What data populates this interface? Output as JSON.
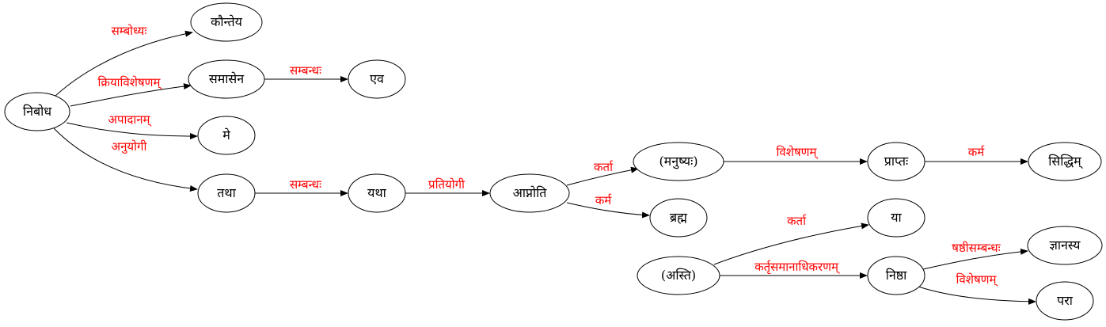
{
  "colors": {
    "edge_label": "#ff0000",
    "node_stroke": "#000000",
    "edge_stroke": "#000000"
  },
  "nodes": [
    {
      "id": "nibodha",
      "label": "निबोध"
    },
    {
      "id": "kaunteya",
      "label": "कौन्तेय"
    },
    {
      "id": "samasena",
      "label": "समासेन"
    },
    {
      "id": "eva",
      "label": "एव"
    },
    {
      "id": "me",
      "label": "मे"
    },
    {
      "id": "tatha",
      "label": "तथा"
    },
    {
      "id": "yatha",
      "label": "यथा"
    },
    {
      "id": "apnoti",
      "label": "आप्नोति"
    },
    {
      "id": "manushyah",
      "label": "(मनुष्यः)"
    },
    {
      "id": "praptah",
      "label": "प्राप्तः"
    },
    {
      "id": "siddhim",
      "label": "सिद्धिम्"
    },
    {
      "id": "brahma",
      "label": "ब्रह्म"
    },
    {
      "id": "ya",
      "label": "या"
    },
    {
      "id": "asti",
      "label": "(अस्ति)"
    },
    {
      "id": "nishtha",
      "label": "निष्ठा"
    },
    {
      "id": "jnanasya",
      "label": "ज्ञानस्य"
    },
    {
      "id": "para",
      "label": "परा"
    }
  ],
  "edges": [
    {
      "from": "nibodha",
      "to": "kaunteya",
      "label": "सम्बोध्यः"
    },
    {
      "from": "nibodha",
      "to": "samasena",
      "label": "क्रियाविशेषणम्"
    },
    {
      "from": "samasena",
      "to": "eva",
      "label": "सम्बन्धः"
    },
    {
      "from": "nibodha",
      "to": "me",
      "label": "अपादानम्"
    },
    {
      "from": "nibodha",
      "to": "tatha",
      "label": "अनुयोगी"
    },
    {
      "from": "tatha",
      "to": "yatha",
      "label": "सम्बन्धः"
    },
    {
      "from": "yatha",
      "to": "apnoti",
      "label": "प्रतियोगी"
    },
    {
      "from": "apnoti",
      "to": "manushyah",
      "label": "कर्ता"
    },
    {
      "from": "apnoti",
      "to": "brahma",
      "label": "कर्म"
    },
    {
      "from": "manushyah",
      "to": "praptah",
      "label": "विशेषणम्"
    },
    {
      "from": "praptah",
      "to": "siddhim",
      "label": "कर्म"
    },
    {
      "from": "asti",
      "to": "ya",
      "label": "कर्ता"
    },
    {
      "from": "asti",
      "to": "nishtha",
      "label": "कर्तृसमानाधिकरणम्"
    },
    {
      "from": "nishtha",
      "to": "jnanasya",
      "label": "षष्ठीसम्बन्धः"
    },
    {
      "from": "nishtha",
      "to": "para",
      "label": "विशेषणम्"
    }
  ]
}
